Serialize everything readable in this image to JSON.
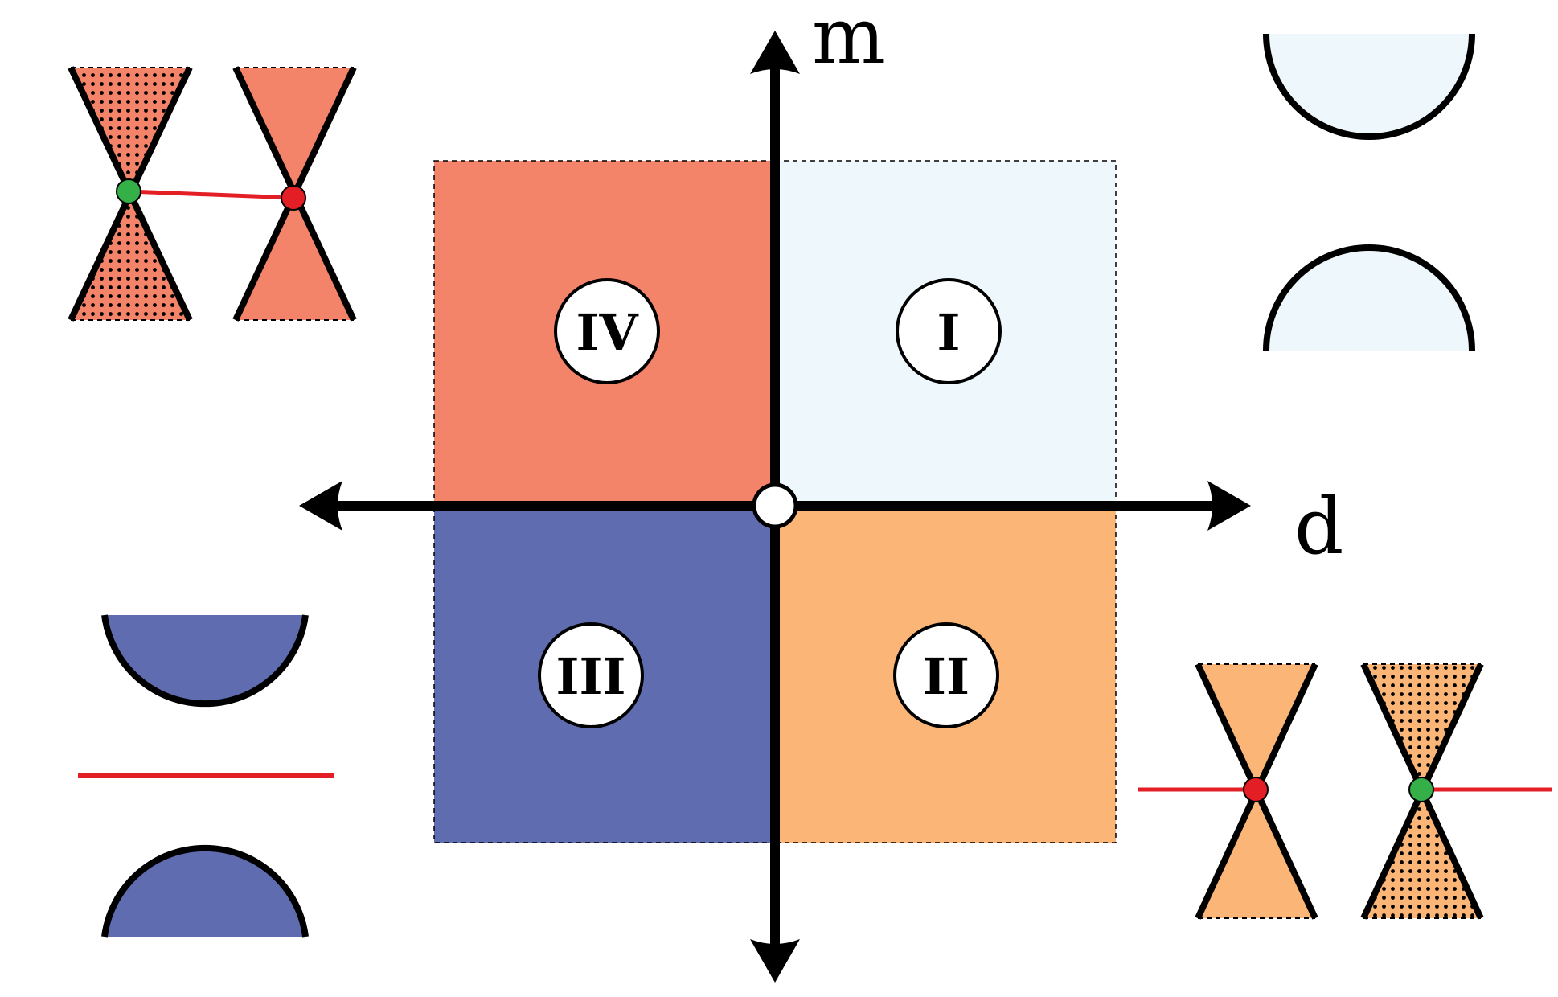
{
  "axes": {
    "vertical_label": "m",
    "horizontal_label": "d"
  },
  "quadrants": [
    {
      "id": "I",
      "label": "I",
      "color": "#eef7fb"
    },
    {
      "id": "II",
      "label": "II",
      "color": "#fbb577"
    },
    {
      "id": "III",
      "label": "III",
      "color": "#5f6db0"
    },
    {
      "id": "IV",
      "label": "IV",
      "color": "#f3846a"
    }
  ],
  "colors": {
    "red_point": "#e31e24",
    "green_point": "#35b049",
    "red_line": "#e31e24",
    "outline": "#000000"
  }
}
